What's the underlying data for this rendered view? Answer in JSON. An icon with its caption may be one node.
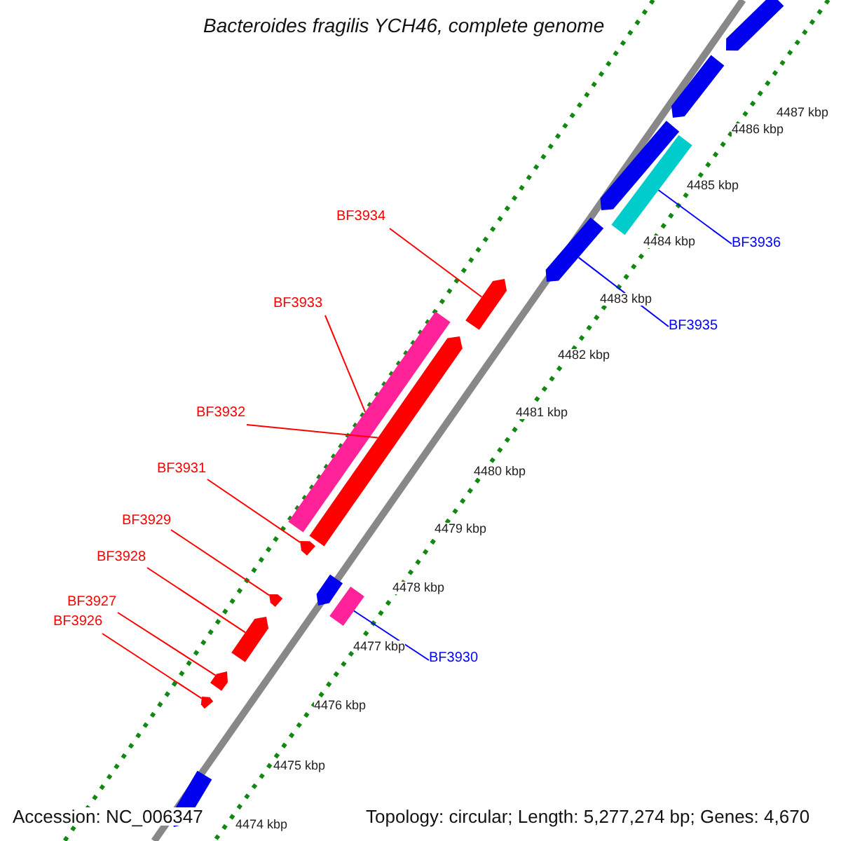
{
  "diagram": {
    "title": "Bacteroides fragilis YCH46, complete genome",
    "nodes": [
      {
        "text": [
          "BF3934"
        ]
      },
      {
        "text": [
          "BF3933"
        ]
      },
      {
        "text": [
          "BF3932"
        ]
      },
      {
        "text": [
          "BF3931"
        ]
      },
      {
        "text": [
          "BF3929"
        ]
      },
      {
        "text": [
          "BF3928"
        ]
      },
      {
        "text": [
          "BF3927"
        ]
      },
      {
        "text": [
          "BF3926"
        ]
      },
      {
        "text": [
          "BF3936"
        ]
      },
      {
        "text": [
          "BF3935"
        ]
      },
      {
        "text": [
          "BF3930"
        ]
      },
      {
        "text": [],
        "shape": "arrow"
      },
      {
        "text": [],
        "shape": "bar"
      },
      {
        "text": [],
        "shape": "arrow"
      },
      {
        "text": [],
        "shape": "arrow"
      },
      {
        "text": [],
        "shape": "arrow"
      },
      {
        "text": [],
        "shape": "arrow"
      },
      {
        "text": [],
        "shape": "arrow"
      },
      {
        "text": [],
        "shape": "arrow"
      },
      {
        "text": [],
        "shape": "bar"
      },
      {
        "text": [],
        "shape": "arrow"
      },
      {
        "text": [],
        "shape": "bar"
      },
      {
        "text": [],
        "shape": "arrow"
      },
      {
        "text": [],
        "shape": "arrow"
      },
      {
        "text": [],
        "shape": "arrow"
      },
      {
        "text": [],
        "shape": "arrow"
      },
      {
        "text": [],
        "shape": "arrow"
      }
    ],
    "edges": [
      {
        "from": 0,
        "to": 11,
        "arrow": "none"
      },
      {
        "from": 1,
        "to": 12,
        "arrow": "none"
      },
      {
        "from": 2,
        "to": 13,
        "arrow": "none"
      },
      {
        "from": 3,
        "to": 14,
        "arrow": "none"
      },
      {
        "from": 4,
        "to": 15,
        "arrow": "none"
      },
      {
        "from": 5,
        "to": 16,
        "arrow": "none"
      },
      {
        "from": 6,
        "to": 17,
        "arrow": "none"
      },
      {
        "from": 7,
        "to": 18,
        "arrow": "none"
      },
      {
        "from": 8,
        "to": 19,
        "arrow": "none",
        "color": "#0000ff"
      },
      {
        "from": 9,
        "to": 20,
        "arrow": "none",
        "color": "#0000ff"
      },
      {
        "from": 10,
        "to": 21,
        "arrow": "none",
        "color": "#0000ff"
      }
    ],
    "labels": [
      "4487 kbp",
      "4486 kbp",
      "4485 kbp",
      "4484 kbp",
      "4483 kbp",
      "4482 kbp",
      "4481 kbp",
      "4480 kbp",
      "4479 kbp",
      "4478 kbp",
      "4477 kbp",
      "4476 kbp",
      "4475 kbp",
      "4474 kbp",
      "Accession: NC_006347",
      "Topology: circular; Length: 5,277,274 bp; Genes: 4,670"
    ]
  }
}
